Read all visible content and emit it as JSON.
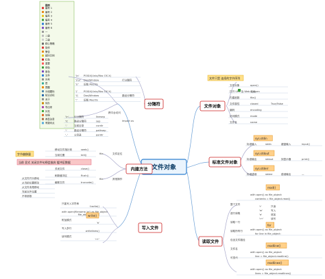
{
  "center": {
    "label": "文件对象"
  },
  "legend": {
    "title": "图例",
    "items": [
      "编号 1",
      "编号 2",
      "编号 3",
      "编号 4",
      "编号 5",
      "编号 6",
      "一",
      "二级",
      "三级",
      "精心策略",
      "操作",
      "警告",
      "超时示例",
      "红色",
      "重要",
      "绿色",
      "紫色",
      "文件",
      "问号",
      "是",
      "提醒",
      "分组图标",
      "知识点标",
      "关于",
      "待办",
      "导出来",
      "补充",
      "加强",
      "类型注意",
      "有疑问点"
    ]
  },
  "branches": {
    "sep": {
      "label": "分隔符",
      "items": [
        {
          "code": "'\\n'",
          "desc": "POSIX(Unix/Mac OS X)"
        },
        {
          "code": "'\\r\\n'",
          "desc": "Dos/Window",
          "extra": "行分隔符"
        },
        {
          "code": "'\\r'",
          "desc": "旧版 MacOS"
        },
        {
          "code": "'/'",
          "desc": "POSIX(Unix/Mac OS X)"
        },
        {
          "code": "'\\\\'",
          "desc": "Dos/Window",
          "extra": "路径分隔符"
        },
        {
          "code": "':'",
          "desc": "旧版 MacOS"
        }
      ],
      "import": "import os",
      "import_note": "跨平台访问",
      "os_items": [
        {
          "code": "'\\n'",
          "attr": "行分隔符",
          "name": "linesep"
        },
        {
          "code": "'\\\\'",
          "attr": "路径分隔符",
          "name": "sep"
        },
        {
          "code": "'.'",
          "attr": "当前目录",
          "name": "curdir"
        },
        {
          "code": "':'",
          "attr": "路径分隔符",
          "name": "pathsep"
        },
        {
          "code": "'..'",
          "attr": "父目录",
          "name": "pardir"
        }
      ]
    },
    "builtin": {
      "label": "内建方法",
      "tag_yellow": "字节偏移量",
      "tag_pink": "当前 显式 关闭文件句柄会放弃 缓冲区数据",
      "file_ops": [
        {
          "text": "移动文件指针到",
          "name": "seek()"
        },
        {
          "text": "当前位置",
          "name": "tell()"
        },
        {
          "text": "关闭文件",
          "name": "close()"
        },
        {
          "text": "刷新缓冲区",
          "name": "flush()"
        },
        {
          "text": "截断文件",
          "name": "truncate()"
        }
      ],
      "file_label": "file",
      "pos_label": "文件定位",
      "other_label": "其他操作",
      "notes": [
        "从文件开头移动",
        "从当前位置移动",
        "从文件末尾移动",
        "当前文件位置",
        "不带参数"
      ]
    },
    "write": {
      "label": "写入文件",
      "items": [
        {
          "text": "只能写入字符串",
          "name": "f.write()"
        },
        {
          "text": "with open(filename,'w') as file_object",
          "name": "file_object.write()"
        },
        {
          "text": "附加模式",
          "name": "'a'"
        },
        {
          "text": "写入多行",
          "name": "writelines()"
        },
        {
          "text": "读写模式",
          "name": "'r+'"
        }
      ],
      "tag": "write()"
    },
    "fileobj": {
      "label": "文件对象",
      "tag": "文件只是 连续的字节序列",
      "items": [
        {
          "text": "文件对象",
          "name": "open()"
        },
        {
          "text": "打开 URL 及 Web 站点",
          "name": "urlopen"
        },
        {
          "text": "内建函数",
          "name": "file()"
        },
        {
          "text": "文件属性",
          "name": "closed"
        },
        {
          "text": "编码",
          "name": "encoding"
        },
        {
          "text": "访问模式",
          "name": "mode"
        },
        {
          "text": "文件名",
          "name": "name"
        }
      ],
      "closed_val": "True/False"
    },
    "std": {
      "label": "标准文件对象",
      "sys_tags": [
        "sys.stdin",
        "sys.stdout",
        "sys.stderr"
      ],
      "items": [
        {
          "text": "标准输入",
          "name": "stdin",
          "desc": "键盘输入",
          "fn": "input()"
        },
        {
          "text": "标准输出",
          "name": "stdout",
          "desc": "到显示器",
          "fn": "print()"
        },
        {
          "text": "标准错误",
          "name": "stderr",
          "desc": "错误输出",
          "fn": "—"
        }
      ]
    },
    "read": {
      "label": "读取文件",
      "tags": [
        "read()",
        "for",
        "readline()",
        "readlines()"
      ],
      "items": [
        {
          "text": "with open() as file_object:",
          "name": "contents = file_object.read()"
        },
        {
          "text": "with open() as file_object:",
          "name": "for line in file_object:"
        },
        {
          "text": "with open() as file_object:",
          "name": "line = file_object.readline()"
        },
        {
          "text": "with open() as file_object:",
          "name": "lines = file_object.readlines()"
        }
      ],
      "modes": [
        {
          "code": "'r'",
          "desc": "只读"
        },
        {
          "code": "'w'",
          "desc": "写入"
        },
        {
          "code": "'a'",
          "desc": "追加"
        },
        {
          "code": "'r+'",
          "desc": "读写"
        }
      ],
      "notes": [
        "整个文件",
        "逐行读取",
        "读取一行",
        "读取所有行",
        "包含文件路径",
        "文件名",
        "可迭代"
      ]
    }
  }
}
